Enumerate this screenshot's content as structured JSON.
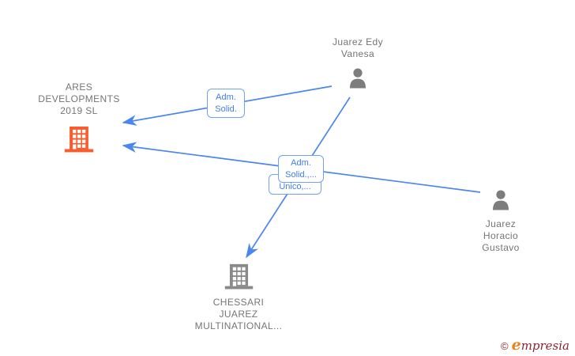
{
  "diagram": {
    "title": "company-relations-graph",
    "nodes": [
      {
        "id": "ares-developments-2019-sl",
        "type": "company",
        "icon": "building-icon",
        "icon_color": "#fb5b2d",
        "lines": [
          "ARES",
          "DEVELOPMENTS",
          "2019 SL"
        ]
      },
      {
        "id": "juarez-edy-vanesa",
        "type": "person",
        "icon": "person-icon",
        "icon_color": "#7d7d7d",
        "lines": [
          "Juarez Edy",
          "Vanesa"
        ]
      },
      {
        "id": "juarez-horacio-gustavo",
        "type": "person",
        "icon": "person-icon",
        "icon_color": "#7d7d7d",
        "lines": [
          "Juarez",
          "Horacio",
          "Gustavo"
        ]
      },
      {
        "id": "chessari-juarez-multinational",
        "type": "company",
        "icon": "building-icon",
        "icon_color": "#8a8a8a",
        "lines": [
          "CHESSARI",
          "JUAREZ",
          "MULTINATIONAL..."
        ]
      }
    ],
    "edges": [
      {
        "from": "juarez-edy-vanesa",
        "to": "ares-developments-2019-sl",
        "label_lines": [
          "Adm.",
          "Solid."
        ]
      },
      {
        "from": "juarez-horacio-gustavo",
        "to": "ares-developments-2019-sl",
        "label_lines": [
          "Adm.",
          "Solid.,..."
        ]
      },
      {
        "from": "juarez-edy-vanesa",
        "to": "chessari-juarez-multinational",
        "label_lines": [
          "Unico,..."
        ]
      }
    ],
    "edge_color": "#4b86ef"
  },
  "footer": {
    "copyright": "©",
    "brand_initial": "e",
    "brand_rest": "mpresia"
  },
  "colors": {
    "background": "#ffffff",
    "node_text": "#757575",
    "edge_blue": "#4b86ef",
    "edge_label_border": "#6fa2f3",
    "edge_label_text": "#3f7ef0",
    "company_orange": "#fb5b2d",
    "icon_gray": "#8a8a8a",
    "logo_maroon": "#8b2433",
    "logo_orange": "#e8831f"
  }
}
